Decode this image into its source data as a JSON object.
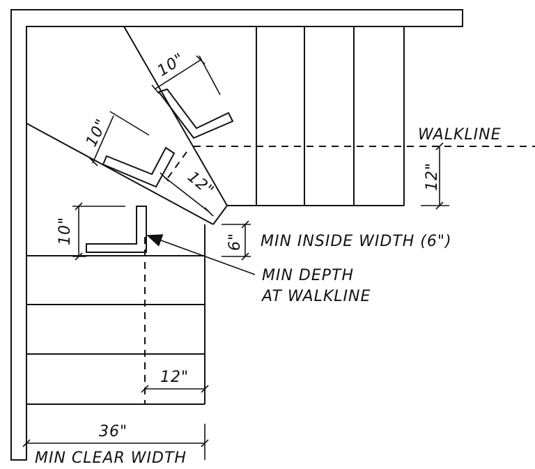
{
  "labels": {
    "walkline": "WALKLINE",
    "walkline_offset": "12\"",
    "min_inside_width": "MIN INSIDE WIDTH (6\")",
    "inside_width_dim": "6\"",
    "min_depth_line1": "MIN DEPTH",
    "min_depth_line2": "AT WALKLINE",
    "min_clear_width": "MIN CLEAR WIDTH",
    "clear_width_dim": "36\"",
    "lower_walkline_dim": "12\"",
    "lower_depth_dim": "10\"",
    "winder_mid_depth": "10\"",
    "winder_upper_depth": "10\"",
    "winder_walk_offset": "12\""
  },
  "colors": {
    "line": "#111111",
    "background": "#ffffff"
  }
}
